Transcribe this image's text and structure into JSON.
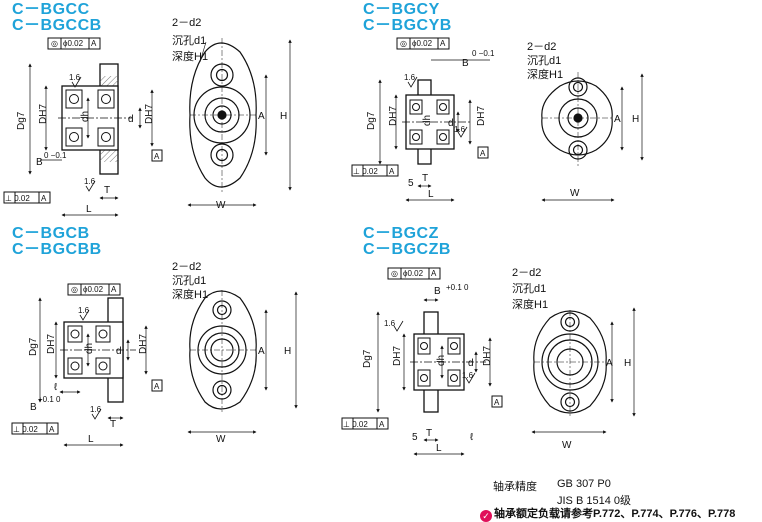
{
  "titles": {
    "p1": [
      "C－BGCC",
      "C－BGCCB"
    ],
    "p2": [
      "C－BGCY",
      "C－BGCYB"
    ],
    "p3": [
      "C－BGCB",
      "C－BGCBB"
    ],
    "p4": [
      "C－BGCZ",
      "C－BGCZB"
    ]
  },
  "callout": {
    "holes": "2－d2",
    "cbore": "沉孔d1",
    "depth": "深度H1"
  },
  "tol": {
    "coax": "◎ϕ0.02 A",
    "perp": "⊥ 0.02 A",
    "datum": "A",
    "rough": "1.6"
  },
  "dims": {
    "D": "Dg7",
    "DH7": "DH7",
    "dh": "dh",
    "d": "d",
    "B": "B",
    "L": "L",
    "T": "T",
    "l": "ℓ",
    "W": "W",
    "A": "A",
    "H": "H",
    "five": "5",
    "B_tol_p1": "0 −0.1",
    "B_tol_p2": "0 −0.1",
    "B_tol_p3": "+0.1 0",
    "B_tol_p4": "+0.1 0"
  },
  "footer": {
    "accuracy_label": "轴承精度",
    "accuracy_1": "GB 307 P0",
    "accuracy_2": "JIS B 1514 0级",
    "ref_icon": "reference-icon",
    "ref_text": "轴承额定负载请参考P.772、P.774、P.776、P.778"
  }
}
